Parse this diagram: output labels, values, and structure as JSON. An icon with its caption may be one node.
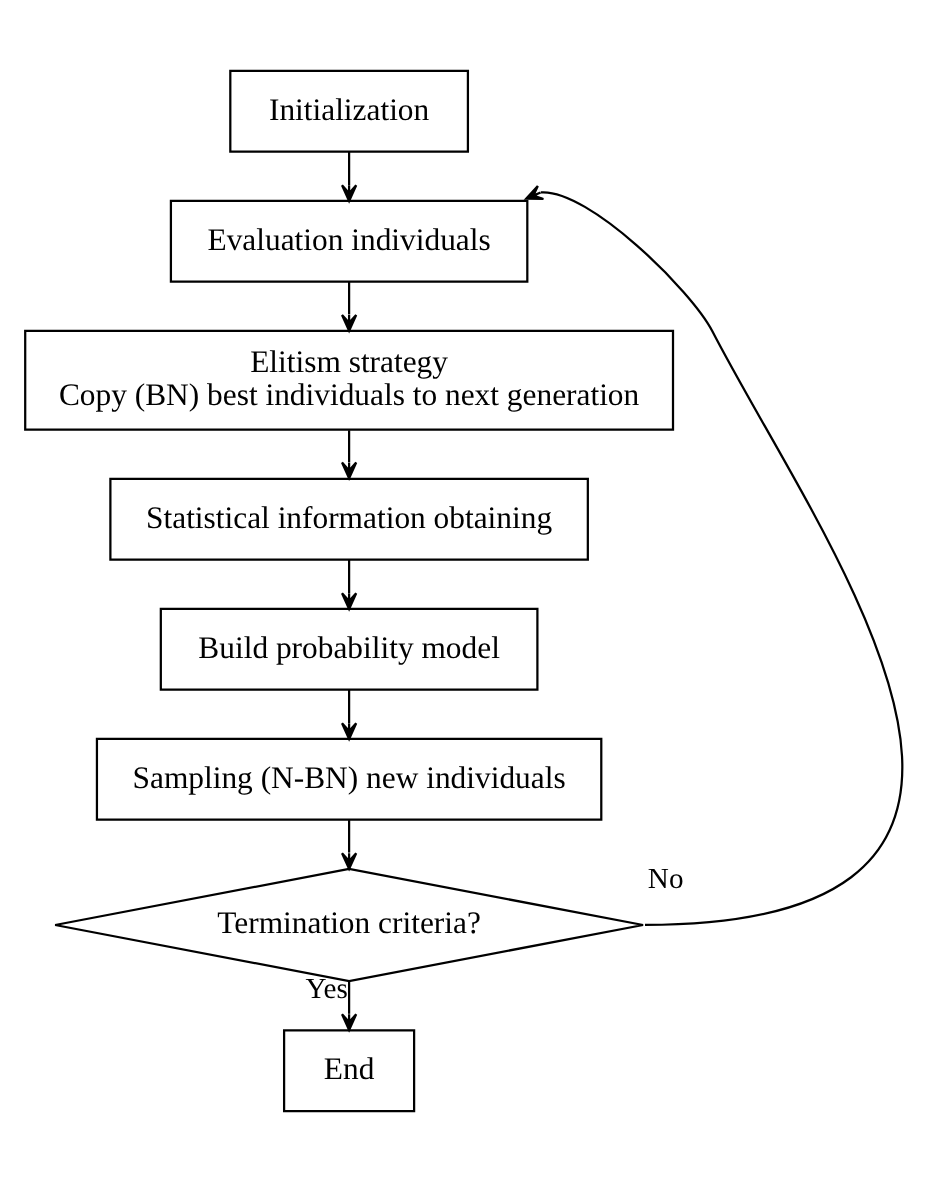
{
  "diagram": {
    "nodes": [
      {
        "text": [
          "Initialization"
        ]
      },
      {
        "text": [
          "Evaluation individuals"
        ]
      },
      {
        "text": [
          "Elitism strategy",
          "Copy (BN) best individuals to next generation"
        ]
      },
      {
        "text": [
          "Statistical information obtaining"
        ]
      },
      {
        "text": [
          "Build probability model"
        ]
      },
      {
        "text": [
          "Sampling (N-BN) new individuals"
        ]
      },
      {
        "text": [
          "Termination criteria?"
        ]
      },
      {
        "text": [
          "End"
        ]
      }
    ],
    "edges": [
      {
        "from": 0,
        "to": 1,
        "arrow": "to"
      },
      {
        "from": 1,
        "to": 2,
        "arrow": "to"
      },
      {
        "from": 2,
        "to": 3,
        "arrow": "to"
      },
      {
        "from": 3,
        "to": 4,
        "arrow": "to"
      },
      {
        "from": 4,
        "to": 5,
        "arrow": "to"
      },
      {
        "from": 5,
        "to": 6,
        "arrow": "to"
      },
      {
        "from": 6,
        "to": 7,
        "arrow": "to",
        "label": "Yes"
      },
      {
        "from": 6,
        "to": 1,
        "arrow": "to",
        "label": "No"
      }
    ]
  }
}
